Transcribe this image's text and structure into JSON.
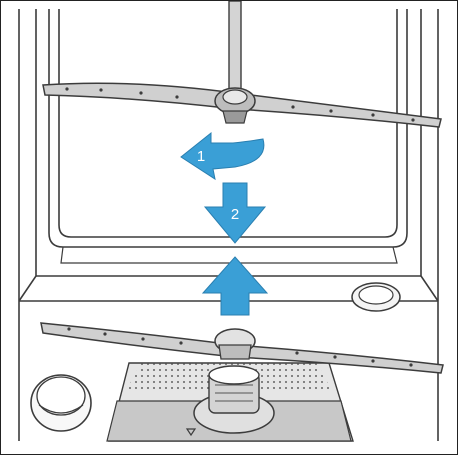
{
  "illustration": {
    "steps": [
      {
        "label": "1",
        "icon": "rotate-arrow"
      },
      {
        "label": "2",
        "icon": "down-arrow"
      }
    ],
    "colors": {
      "accent": "#3a9fd6",
      "line": "#3c3c3c",
      "fill": "#d4d4d4",
      "dark_fill": "#8c8c8c",
      "background": "#ffffff"
    }
  }
}
